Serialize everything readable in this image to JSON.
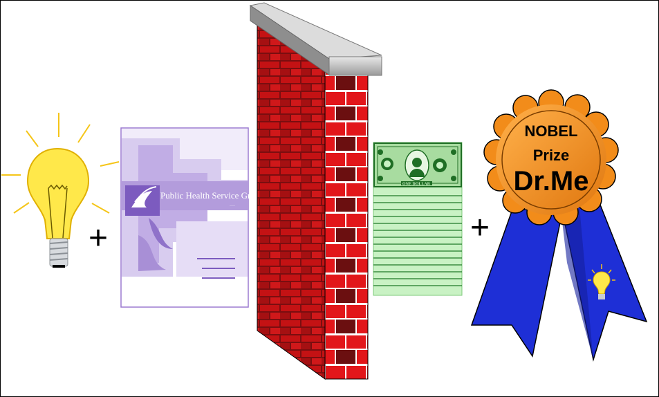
{
  "operators": {
    "plus_1": "+",
    "plus_2": "+"
  },
  "grant_document": {
    "title": "Public Health Service Grant"
  },
  "money": {
    "bill_label": "ONE DOLLAR"
  },
  "medal": {
    "line1": "NOBEL",
    "line2": "Prize",
    "line3": "Dr.Me"
  },
  "colors": {
    "bulb_glass": "#ffe84a",
    "bulb_base": "#9aa0a6",
    "document_purple": "#8a6bbf",
    "brick_red": "#cc1010",
    "brick_dark": "#6b0f10",
    "money_green": "#9fdf9f",
    "medal_orange": "#f28c1a",
    "ribbon_blue": "#1e2fd6"
  },
  "icons": [
    "lightbulb-icon",
    "grant-document-icon",
    "brick-wall-icon",
    "dollar-stack-icon",
    "award-ribbon-icon"
  ]
}
